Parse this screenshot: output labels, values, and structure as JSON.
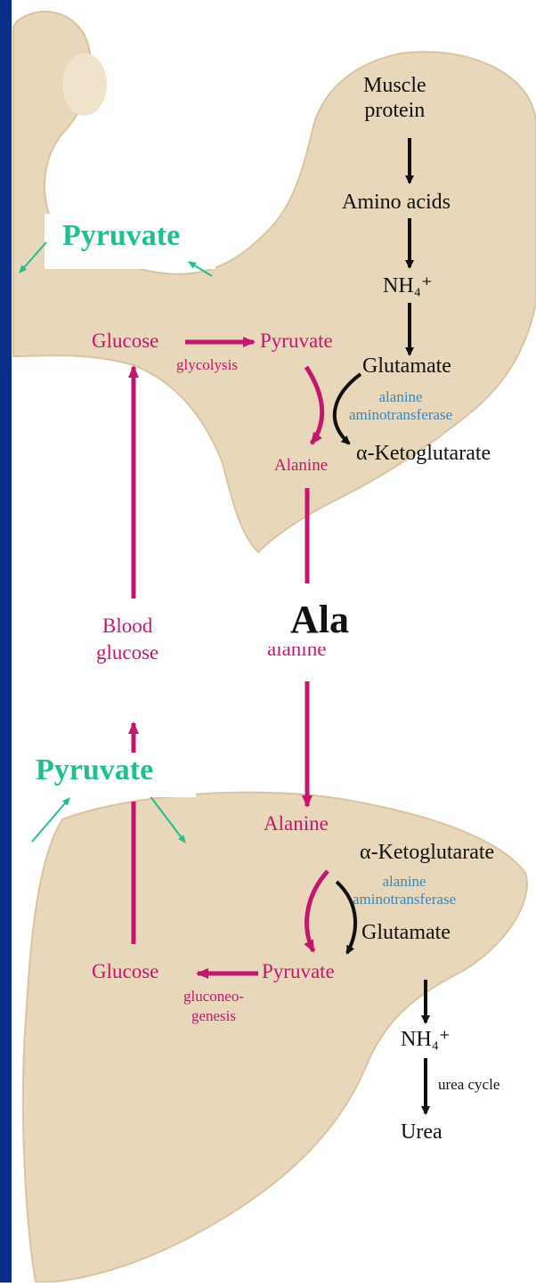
{
  "colors": {
    "border": "#0a2e8a",
    "metabolite": "#c3166f",
    "enzyme": "#3a86b8",
    "highlight": "#1fbf8f",
    "text": "#111111",
    "tissue": "#e8d7bb"
  },
  "muscle": {
    "muscle_protein": "Muscle\nprotein",
    "amino_acids": "Amino acids",
    "nh4": "NH₄⁺",
    "glucose": "Glucose",
    "glycolysis": "glycolysis",
    "pyruvate": "Pyruvate",
    "glutamate": "Glutamate",
    "enzyme": "alanine\naminotransferase",
    "alanine": "Alanine",
    "alpha_kg": "α-Ketoglutarate"
  },
  "blood": {
    "blood_glucose": "Blood\nglucose",
    "alanine_partial": "alanine"
  },
  "liver": {
    "alanine": "Alanine",
    "alpha_kg": "α-Ketoglutarate",
    "enzyme": "alanine\naminotransferase",
    "glutamate": "Glutamate",
    "glucose": "Glucose",
    "pyruvate": "Pyruvate",
    "gluconeogenesis": "gluconeo-\ngenesis",
    "nh4": "NH₄⁺",
    "urea_cycle": "urea cycle",
    "urea": "Urea"
  },
  "annotations": {
    "pyruvate_top": "Pyruvate",
    "ala": "Ala",
    "pyruvate_bottom": "Pyruvate"
  }
}
